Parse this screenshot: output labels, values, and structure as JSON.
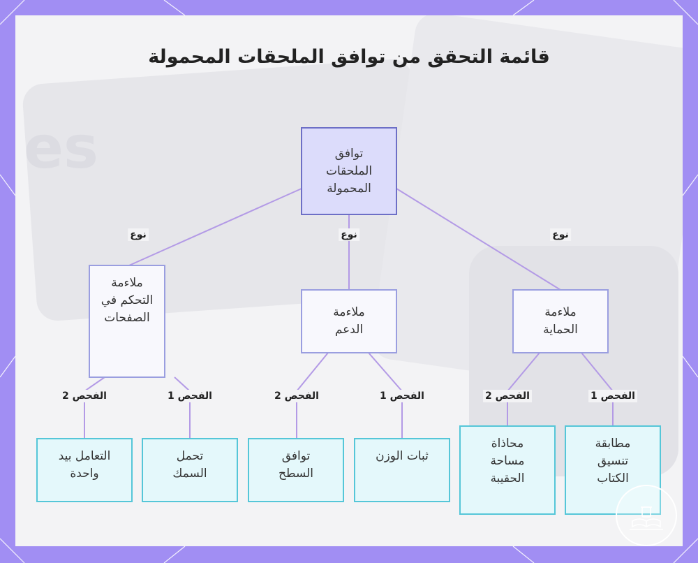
{
  "title": "قائمة التحقق من توافق الملحقات المحمولة",
  "background_text": "es",
  "colors": {
    "frame": "#a18ef3",
    "card": "#f3f3f5",
    "edge": "#b39ae6",
    "root_fill": "#dcdcfb",
    "root_border": "#6d6fc6",
    "mid_fill": "#f8f8fd",
    "mid_border": "#9a9ee0",
    "leaf_fill": "#e4f8fb",
    "leaf_border": "#55c6d8"
  },
  "nodes": {
    "root": "توافق الملحقات المحمولة",
    "control": "ملاءمة التحكم في الصفحات",
    "support": "ملاءمة الدعم",
    "protection": "ملاءمة الحماية",
    "one_hand": "التعامل بيد واحدة",
    "thickness": "تحمل السمك",
    "surface": "توافق السطح",
    "weight": "ثبات الوزن",
    "bag_space": "محاذاة مساحة الحقيبة",
    "book_layout": "مطابقة تنسيق الكتاب"
  },
  "edge_labels": {
    "type": "نوع",
    "check1": "الفحص 1",
    "check2": "الفحص 2"
  },
  "badge_icon": "book-logo-icon"
}
